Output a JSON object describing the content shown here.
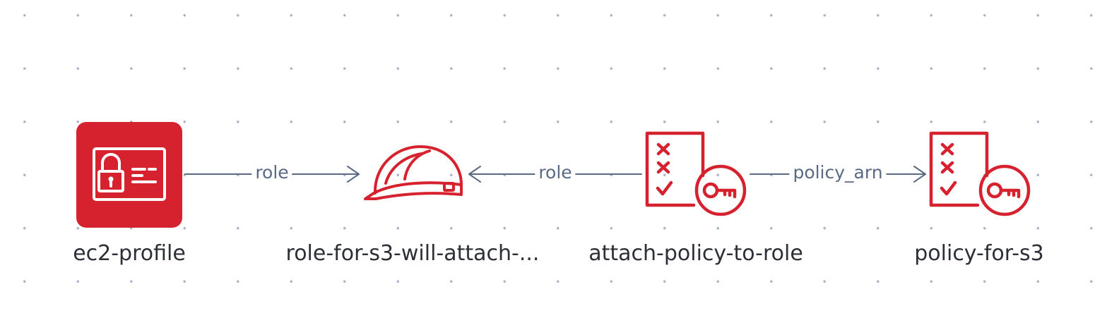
{
  "diagram": {
    "accent_color": "#d6222f",
    "edge_color": "#5a6a84",
    "nodes": [
      {
        "id": "ec2-profile",
        "label": "ec2-profile",
        "icon": "iam-instance-profile-icon"
      },
      {
        "id": "role",
        "label": "role-for-s3-will-attach-...",
        "icon": "iam-role-helmet-icon"
      },
      {
        "id": "attach",
        "label": "attach-policy-to-role",
        "icon": "iam-policy-attachment-icon"
      },
      {
        "id": "policy",
        "label": "policy-for-s3",
        "icon": "iam-policy-icon"
      }
    ],
    "edges": [
      {
        "from": "ec2-profile",
        "to": "role",
        "label": "role"
      },
      {
        "from": "attach",
        "to": "role",
        "label": "role"
      },
      {
        "from": "attach",
        "to": "policy",
        "label": "policy_arn"
      }
    ]
  }
}
